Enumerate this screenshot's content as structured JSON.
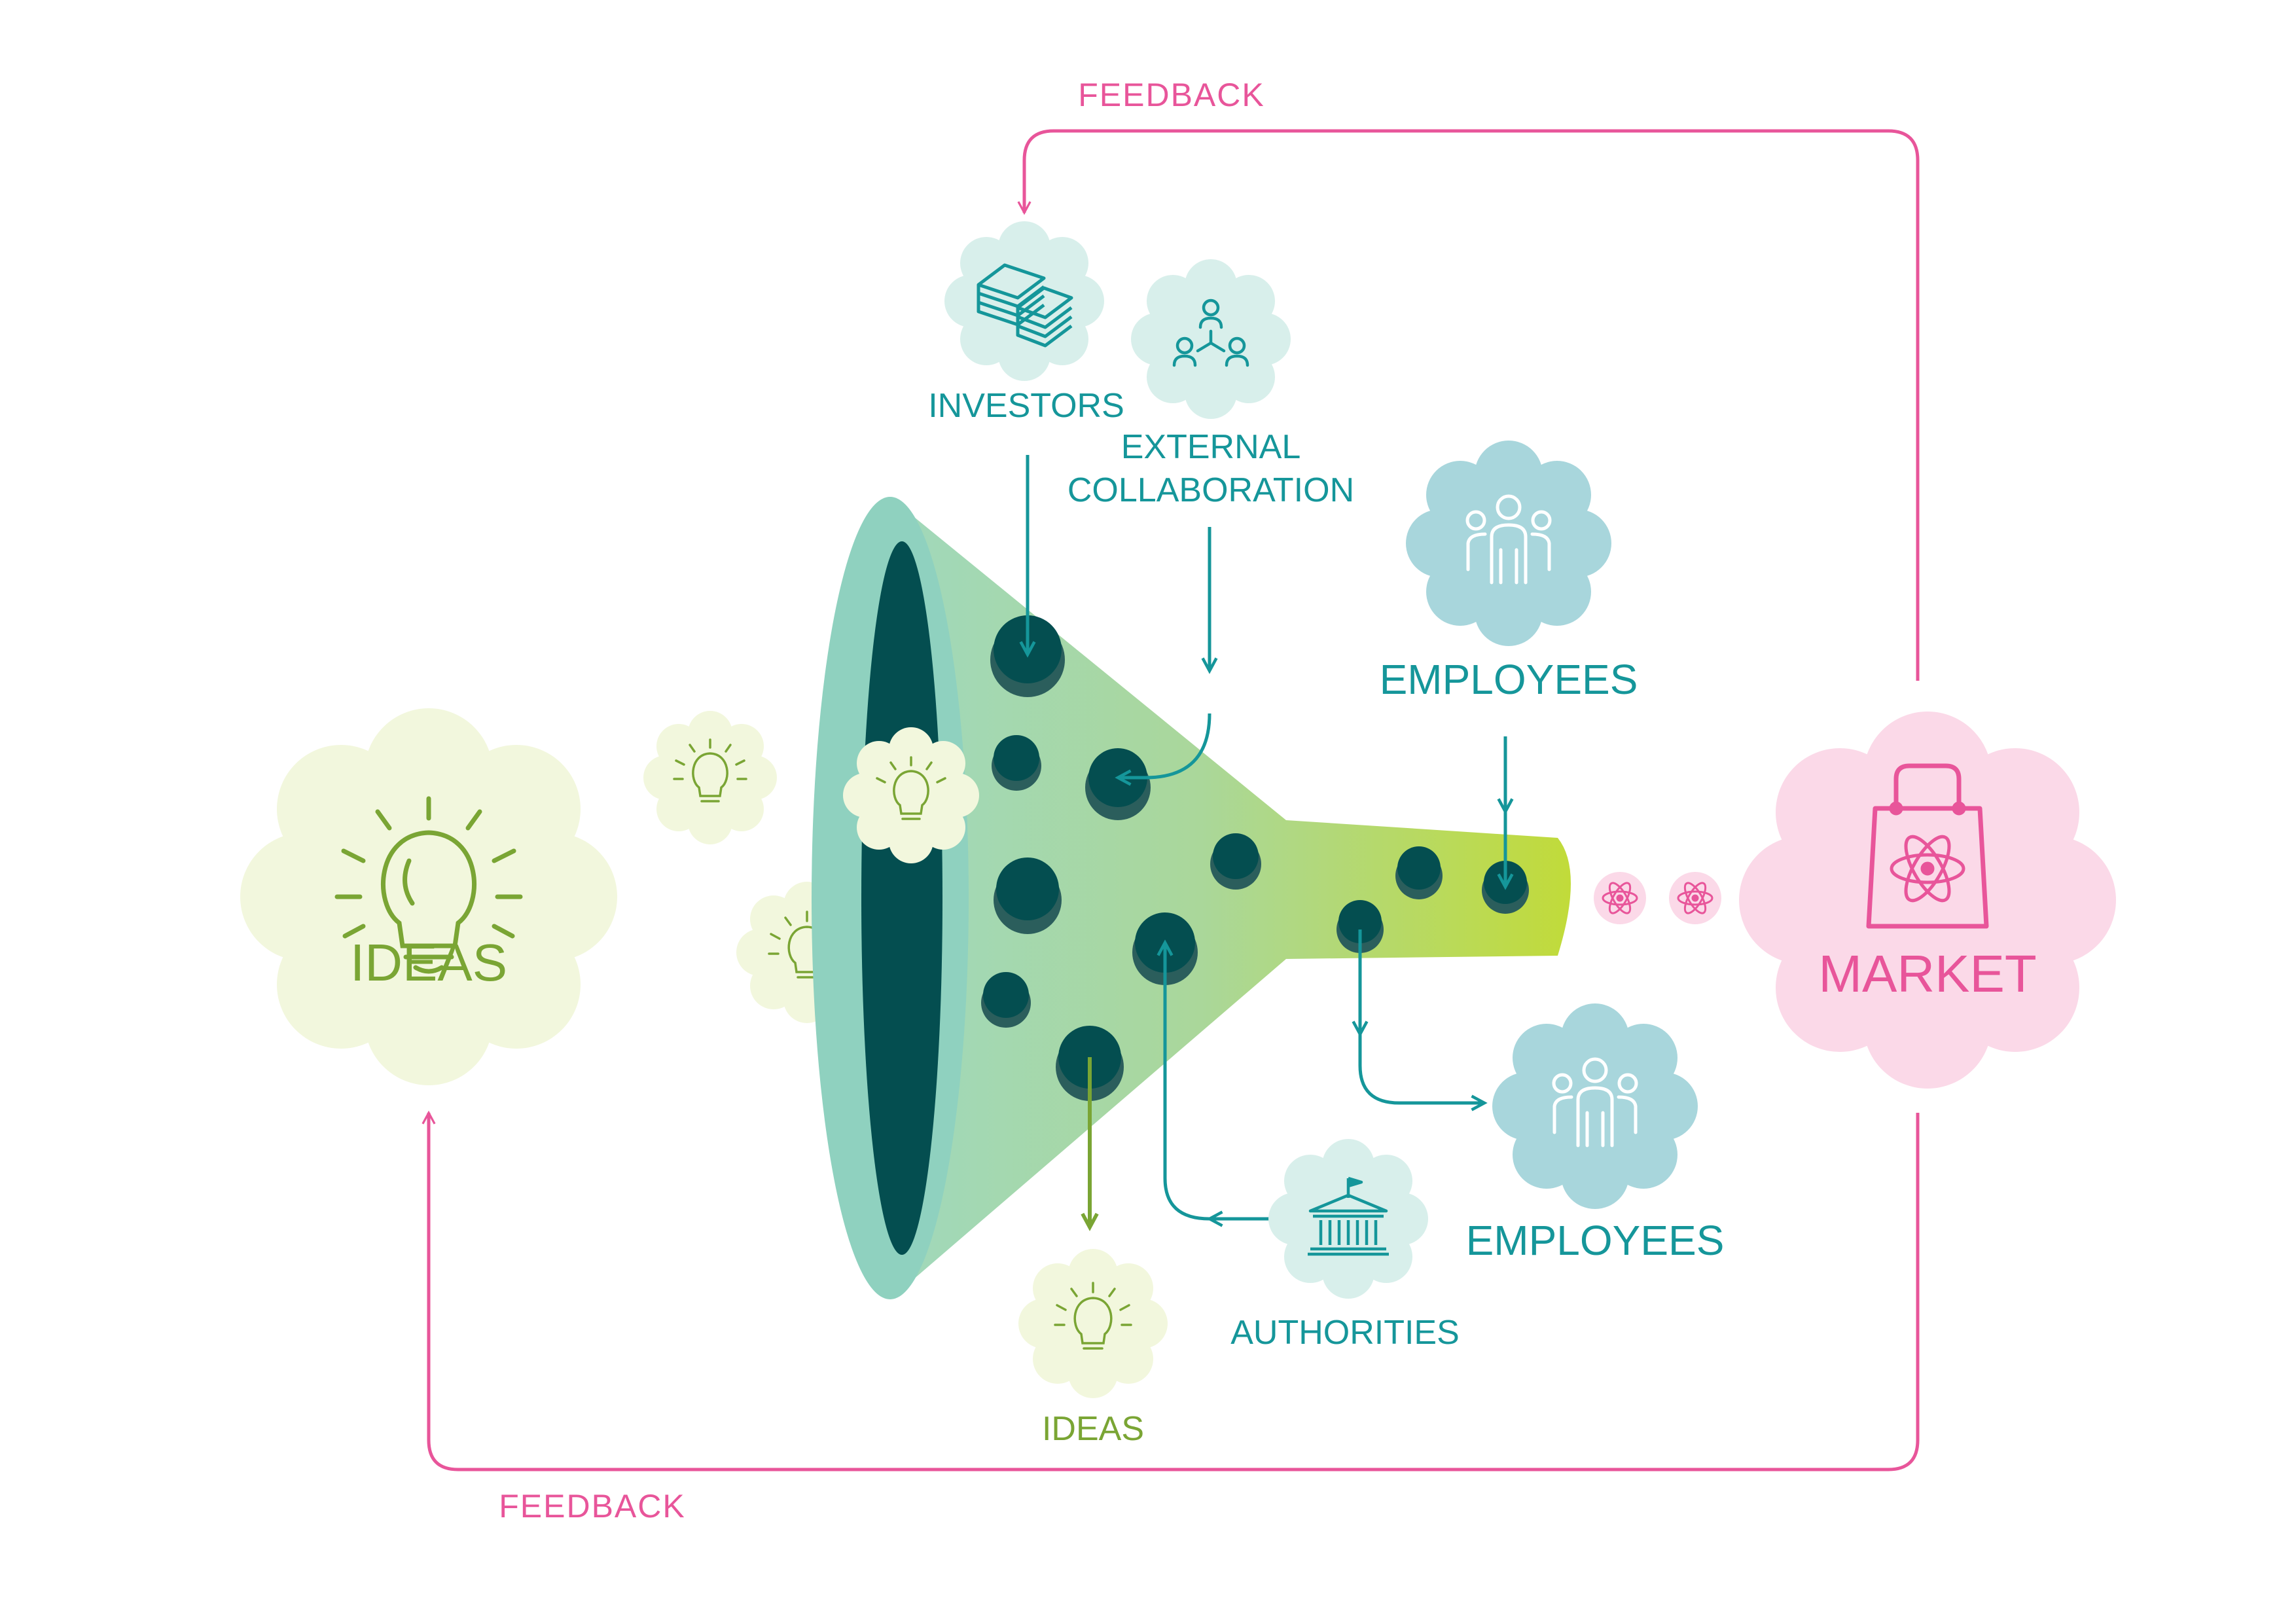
{
  "labels": {
    "feedback_top": "FEEDBACK",
    "feedback_bottom": "FEEDBACK",
    "investors": "INVESTORS",
    "external_line1": "EXTERNAL",
    "external_line2": "COLLABORATION",
    "employees_top": "EMPLOYEES",
    "employees_bottom": "EMPLOYEES",
    "authorities": "AUTHORITIES",
    "ideas_main": "IDEAS",
    "ideas_bottom": "IDEAS",
    "market": "MARKET"
  },
  "colors": {
    "teal": "#15969a",
    "pink": "#e8559a",
    "green": "#7aa534",
    "dark": "#044e50",
    "idea_bg": "#f2f7dd",
    "teal_bg": "#d8efeb",
    "emp_bg": "#a8d6dc",
    "market_bg": "#fbd9e8",
    "funnel_start": "#9ed8c4",
    "funnel_end": "#c2db36",
    "funnel_rim": "#8fd1bf"
  },
  "icons": {
    "ideas": "lightbulb-icon",
    "investors": "money-stack-icon",
    "external_collaboration": "network-people-icon",
    "employees": "group-people-icon",
    "authorities": "government-building-icon",
    "market": "shopping-bag-atom-icon",
    "product": "atom-icon"
  }
}
